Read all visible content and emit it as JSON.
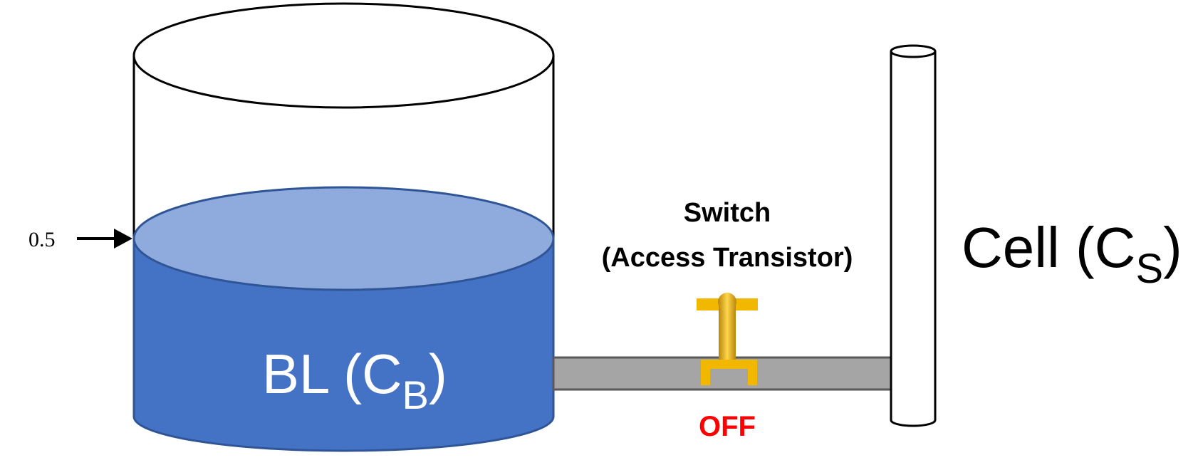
{
  "level_marker": {
    "value_text": "0.5",
    "fill_fraction": 0.5
  },
  "bitline": {
    "main": "BL (C",
    "sub": "B",
    "close": ")"
  },
  "switch_label": {
    "line1": "Switch",
    "line2": "(Access Transistor)"
  },
  "switch_state": "OFF",
  "cell": {
    "main": "Cell (C",
    "sub": "S",
    "close": ")"
  },
  "colors": {
    "water": "#4472c4",
    "water_surface": "#8faadc",
    "water_edge": "#2f5597",
    "pipe": "#a5a5a5",
    "valve": "#f2b800",
    "off_text": "#ff0000"
  }
}
